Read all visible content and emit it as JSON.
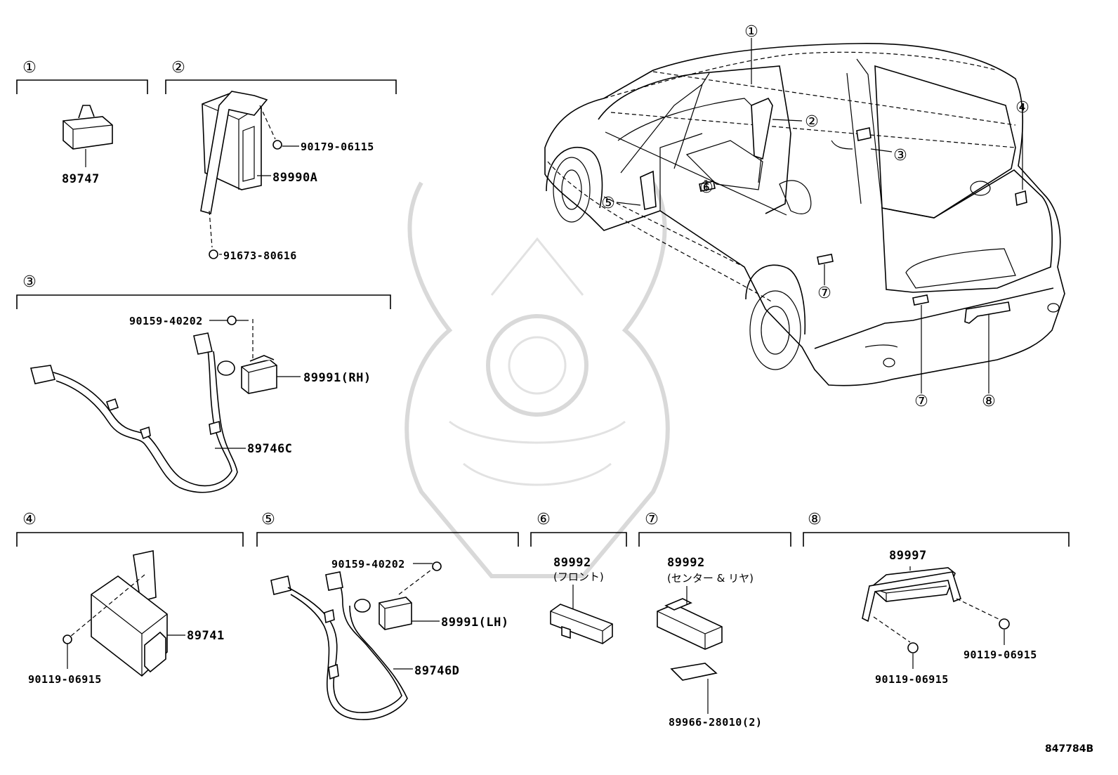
{
  "diagram_code": "847784B",
  "sections": [
    {
      "number": "①",
      "parts": [
        {
          "label": "89747"
        }
      ]
    },
    {
      "number": "②",
      "parts": [
        {
          "label": "90179-06115"
        },
        {
          "label": "89990A"
        },
        {
          "label": "91673-80616"
        }
      ]
    },
    {
      "number": "③",
      "parts": [
        {
          "label": "90159-40202"
        },
        {
          "label": "89991(RH)"
        },
        {
          "label": "89746C"
        }
      ]
    },
    {
      "number": "④",
      "parts": [
        {
          "label": "89741"
        },
        {
          "label": "90119-06915"
        }
      ]
    },
    {
      "number": "⑤",
      "parts": [
        {
          "label": "90159-40202"
        },
        {
          "label": "89991(LH)"
        },
        {
          "label": "89746D"
        }
      ]
    },
    {
      "number": "⑥",
      "parts": [
        {
          "label": "89992",
          "note": "(フロント)"
        }
      ]
    },
    {
      "number": "⑦",
      "parts": [
        {
          "label": "89992",
          "note": "(センター  &  リヤ)"
        },
        {
          "label": "89966-28010(2)"
        }
      ]
    },
    {
      "number": "⑧",
      "parts": [
        {
          "label": "89997"
        },
        {
          "label": "90119-06915"
        },
        {
          "label": "90119-06915"
        }
      ]
    }
  ],
  "vehicle_callouts": [
    "①",
    "②",
    "③",
    "④",
    "⑤",
    "⑥",
    "⑦",
    "⑦",
    "⑧"
  ]
}
